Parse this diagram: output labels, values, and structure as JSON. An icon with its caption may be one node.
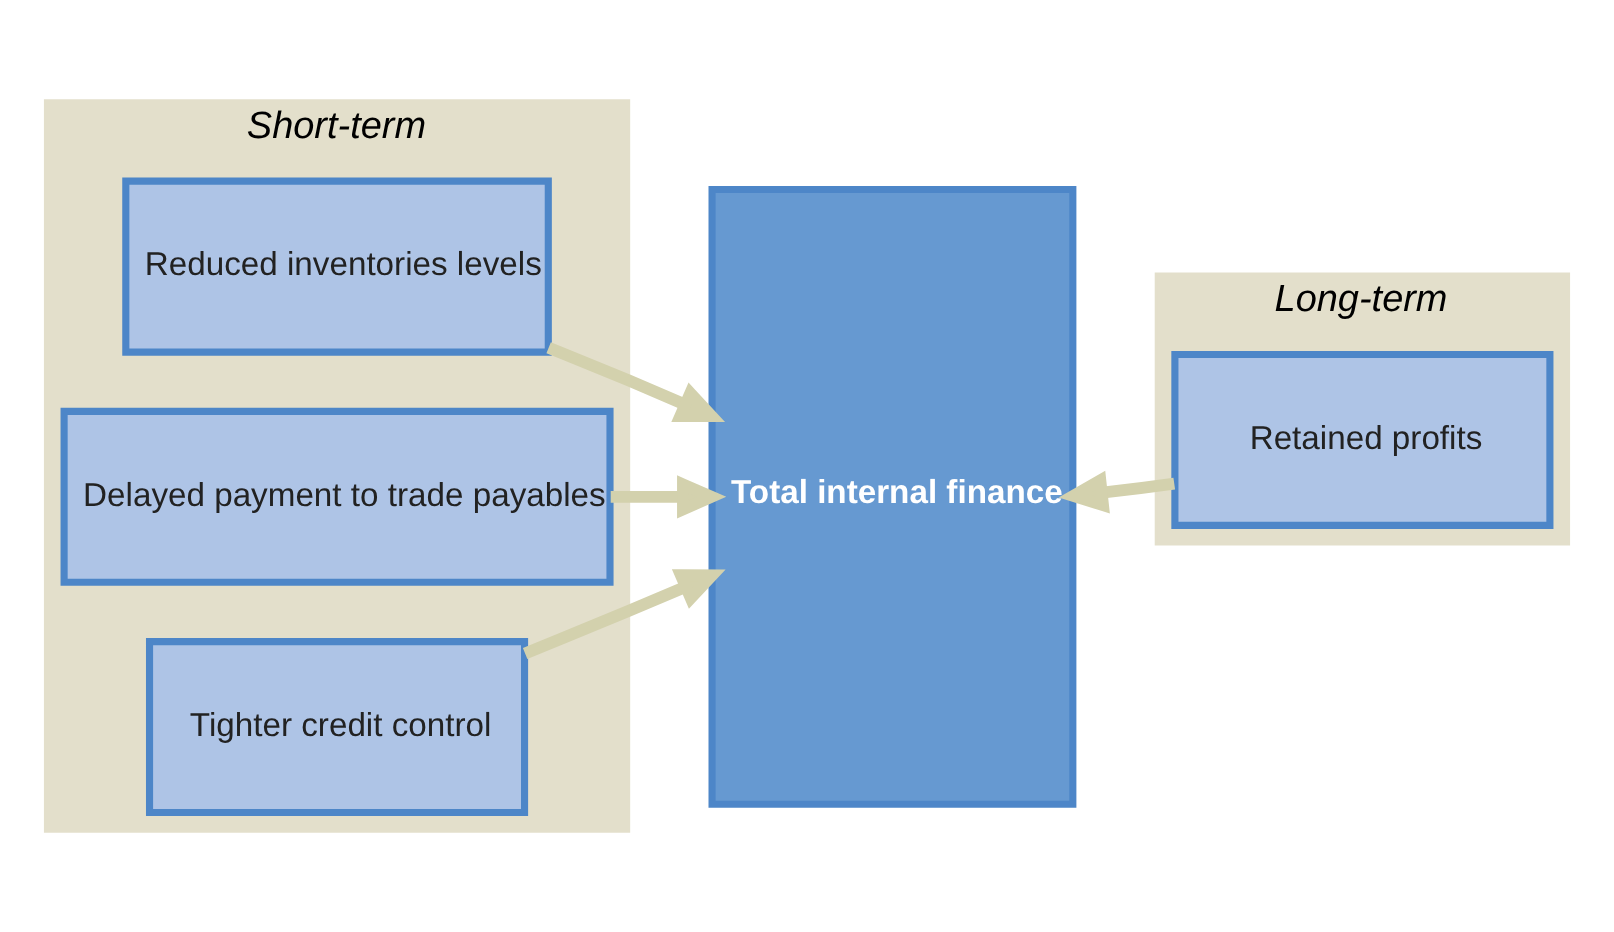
{
  "diagram": {
    "nodes": [
      {
        "text": [
          "Short-term"
        ]
      },
      {
        "text": [
          "Reduced inventories levels"
        ],
        "in": 0
      },
      {
        "text": [
          "Delayed payment to trade payables"
        ],
        "in": 0
      },
      {
        "text": [
          "Tighter credit control"
        ],
        "in": 0
      },
      {
        "text": [
          "Total internal finance"
        ]
      },
      {
        "text": [
          "Long-term"
        ]
      },
      {
        "text": [
          "Retained profits"
        ],
        "in": 5
      }
    ],
    "edges": [
      {
        "from": 1,
        "to": 4,
        "arrow": "to"
      },
      {
        "from": 2,
        "to": 4,
        "arrow": "to"
      },
      {
        "from": 3,
        "to": 4,
        "arrow": "to"
      },
      {
        "from": 6,
        "to": 4,
        "arrow": "to"
      }
    ]
  }
}
